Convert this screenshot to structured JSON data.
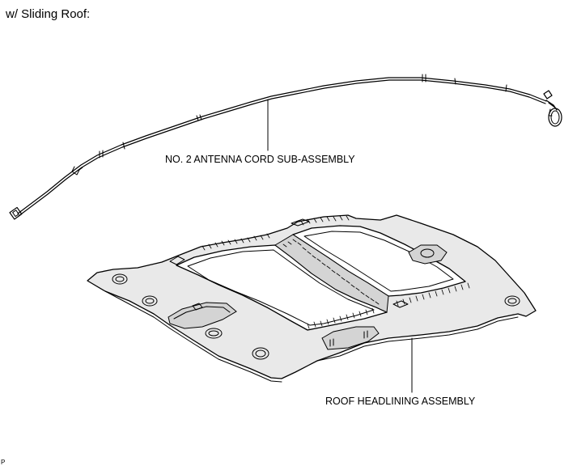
{
  "header": {
    "title": "w/ Sliding Roof:"
  },
  "parts": {
    "antenna_cord": {
      "label": "NO. 2 ANTENNA CORD SUB-ASSEMBLY",
      "icon": "antenna-cord-illustration"
    },
    "roof_headlining": {
      "label": "ROOF HEADLINING ASSEMBLY",
      "icon": "roof-headlining-illustration"
    }
  },
  "footer": {
    "figure_code": "P"
  },
  "colors": {
    "line": "#000000",
    "panel_fill": "#e9e9e9",
    "panel_shade": "#d4d4d4",
    "background": "#ffffff"
  }
}
